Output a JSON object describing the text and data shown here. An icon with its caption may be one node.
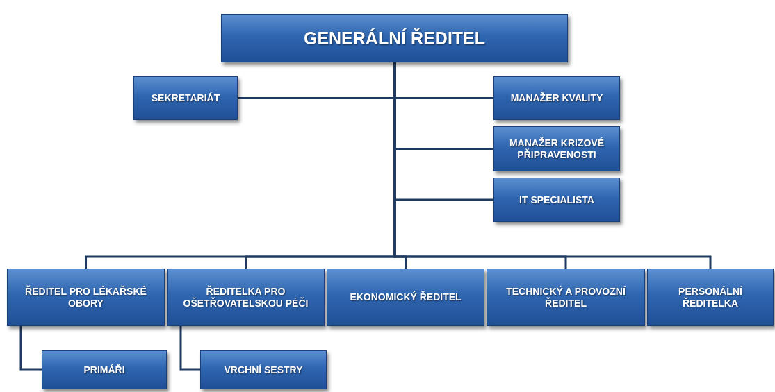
{
  "diagram": {
    "nodes": [
      {
        "text": [
          "GENERÁLNÍ ŘEDITEL"
        ]
      },
      {
        "text": [
          "SEKRETARIÁT"
        ]
      },
      {
        "text": [
          "MANAŽER KVALITY"
        ]
      },
      {
        "text": [
          "MANAŽER KRIZOVÉ PŘIPRAVENOSTI"
        ]
      },
      {
        "text": [
          "IT SPECIALISTA"
        ]
      },
      {
        "text": [
          "ŘEDITEL PRO LÉKAŘSKÉ OBORY"
        ]
      },
      {
        "text": [
          "ŘEDITELKA PRO OŠETŘOVATELSKOU PÉČI"
        ]
      },
      {
        "text": [
          "EKONOMICKÝ ŘEDITEL"
        ]
      },
      {
        "text": [
          "TECHNICKÝ A PROVOZNÍ ŘEDITEL"
        ]
      },
      {
        "text": [
          "PERSONÁLNÍ ŘEDITELKA"
        ]
      },
      {
        "text": [
          "PRIMÁŘI"
        ]
      },
      {
        "text": [
          "VRCHNÍ SESTRY"
        ]
      }
    ],
    "edges": [
      {
        "from": 0,
        "to": 1,
        "arrow": "none"
      },
      {
        "from": 0,
        "to": 2,
        "arrow": "none"
      },
      {
        "from": 0,
        "to": 3,
        "arrow": "none"
      },
      {
        "from": 0,
        "to": 4,
        "arrow": "none"
      },
      {
        "from": 0,
        "to": 5,
        "arrow": "none"
      },
      {
        "from": 0,
        "to": 6,
        "arrow": "none"
      },
      {
        "from": 0,
        "to": 7,
        "arrow": "none"
      },
      {
        "from": 0,
        "to": 8,
        "arrow": "none"
      },
      {
        "from": 0,
        "to": 9,
        "arrow": "none"
      },
      {
        "from": 5,
        "to": 10,
        "arrow": "none"
      },
      {
        "from": 6,
        "to": 11,
        "arrow": "none"
      }
    ]
  }
}
